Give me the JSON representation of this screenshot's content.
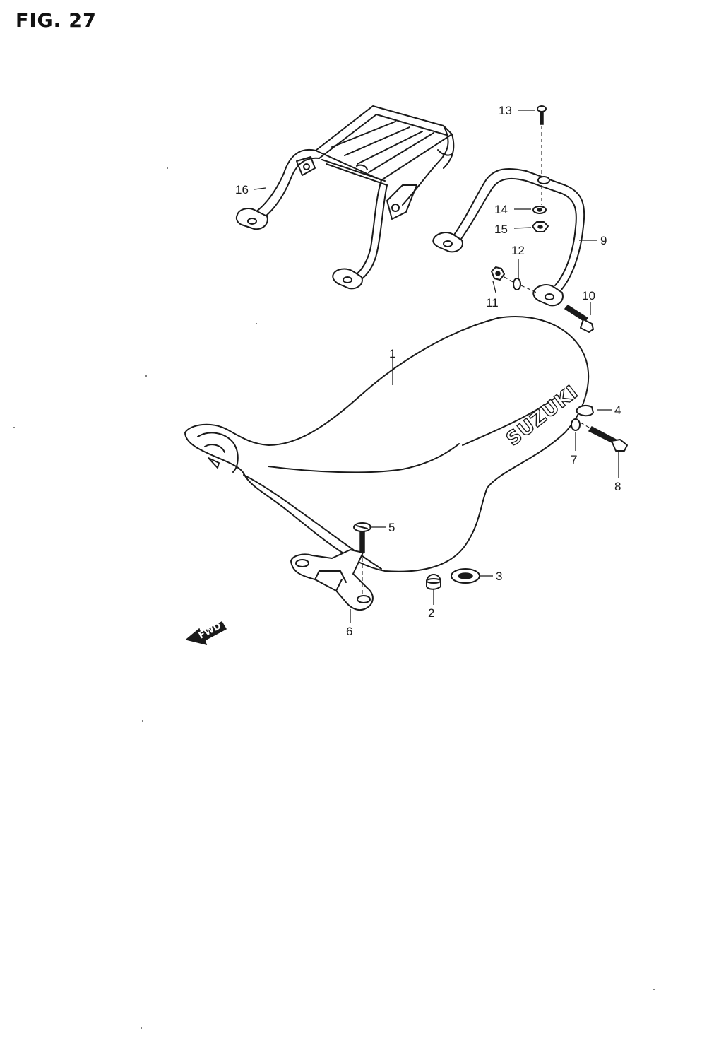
{
  "figure": {
    "title": "FIG. 27",
    "brand_text": "SUZUKI",
    "forward_arrow_text": "FWD"
  },
  "callouts": [
    {
      "id": "c1",
      "label": "1"
    },
    {
      "id": "c2",
      "label": "2"
    },
    {
      "id": "c3",
      "label": "3"
    },
    {
      "id": "c4",
      "label": "4"
    },
    {
      "id": "c5",
      "label": "5"
    },
    {
      "id": "c6",
      "label": "6"
    },
    {
      "id": "c7",
      "label": "7"
    },
    {
      "id": "c8",
      "label": "8"
    },
    {
      "id": "c9",
      "label": "9"
    },
    {
      "id": "c10",
      "label": "10"
    },
    {
      "id": "c11",
      "label": "11"
    },
    {
      "id": "c12",
      "label": "12"
    },
    {
      "id": "c13",
      "label": "13"
    },
    {
      "id": "c14",
      "label": "14"
    },
    {
      "id": "c15",
      "label": "15"
    },
    {
      "id": "c16",
      "label": "16"
    }
  ]
}
